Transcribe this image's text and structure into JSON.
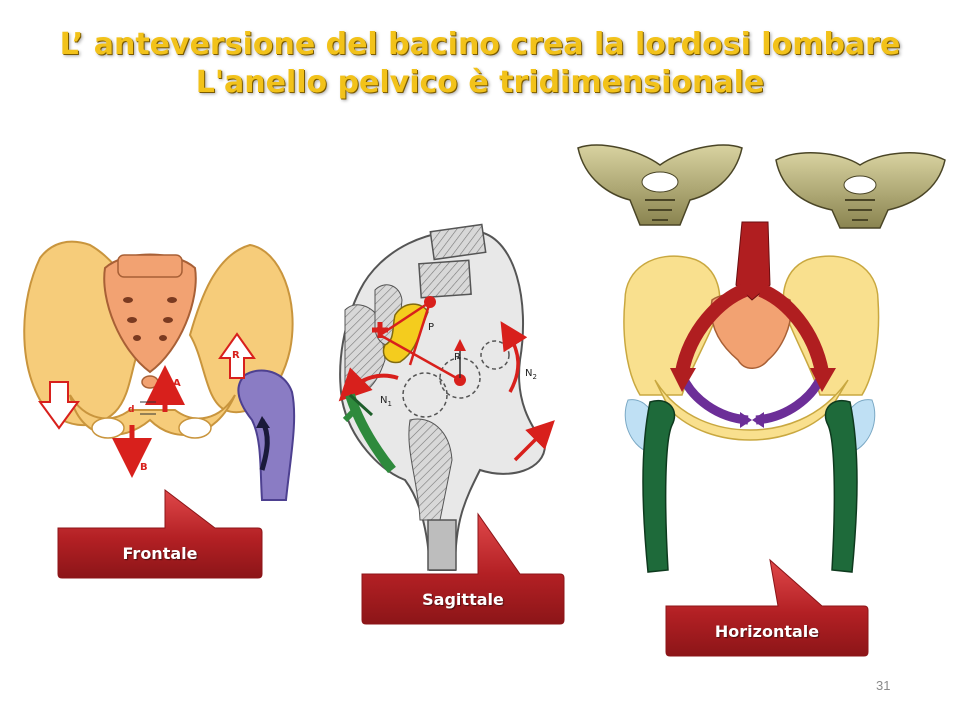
{
  "slide": {
    "title_line1": "L’ anteversione del bacino crea la lordosi lombare",
    "title_line2": "L'anello pelvico è tridimensionale",
    "page_number": "31"
  },
  "callouts": {
    "frontale": "Frontale",
    "sagittale": "Sagittale",
    "horizontale": "Horizontale"
  },
  "figure_labels": {
    "frontal_a": "A",
    "frontal_b": "B",
    "frontal_d": "d",
    "frontal_r": "R",
    "sagittal_p": "P",
    "sagittal_r": "R",
    "sagittal_n1": "N",
    "sagittal_n1_sub": "1",
    "sagittal_n2": "N",
    "sagittal_n2_sub": "2"
  },
  "colors": {
    "title": "#f2c21a",
    "bone_yellow": "#f6cc7a",
    "sacrum_orange": "#f2a272",
    "callout_red": "#b32024",
    "arrow_red": "#d8201c",
    "femur_purple": "#8a7cc4",
    "muscle_green": "#1e6a3a"
  }
}
